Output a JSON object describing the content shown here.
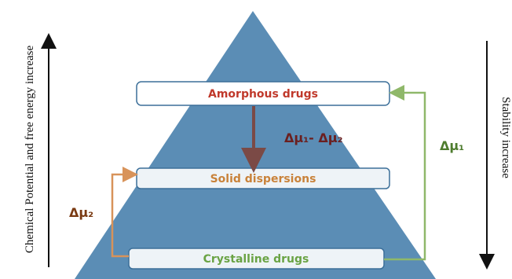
{
  "left_axis_label": "Chemical Potential and free energy increase",
  "right_axis_label": "Stability increase",
  "boxes": {
    "amorphous": "Amorphous drugs",
    "solid": "Solid dispersions",
    "crystalline": "Crystalline drugs"
  },
  "deltas": {
    "diff": "Δμ₁- Δμ₂",
    "mu1": "Δμ₁",
    "mu2": "Δμ₂"
  },
  "colors": {
    "pyramid": "#5b8db5",
    "amorphous_text": "#c0392b",
    "solid_text": "#c9823a",
    "crystalline_text": "#6aa344",
    "arrow_brown": "#7b4a46",
    "arrow_green": "#8fb86a",
    "arrow_orange": "#d8935a",
    "delta_dark": "#6b1f1f",
    "delta_green": "#4e7c2e",
    "delta_brown": "#7a3a12"
  }
}
